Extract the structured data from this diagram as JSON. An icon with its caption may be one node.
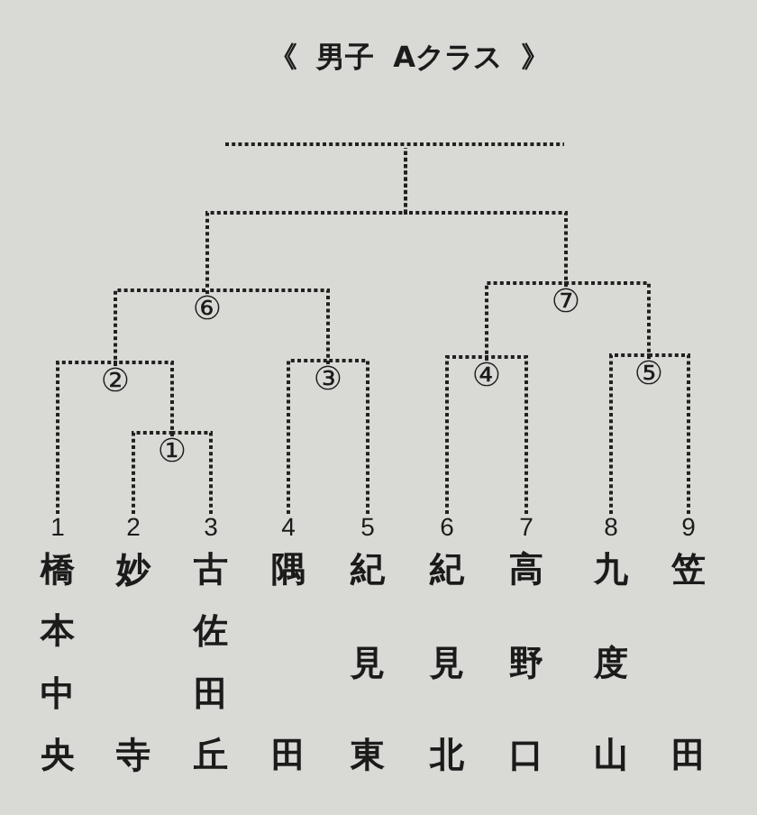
{
  "diagram": {
    "title": "《 男子 Aクラス 》",
    "nodes": [
      {
        "text": [],
        "shape": "line"
      },
      {
        "text": [
          "⑥"
        ]
      },
      {
        "text": [
          "⑦"
        ]
      },
      {
        "text": [
          "②"
        ]
      },
      {
        "text": [
          "③"
        ]
      },
      {
        "text": [
          "④"
        ]
      },
      {
        "text": [
          "⑤"
        ]
      },
      {
        "text": [
          "①"
        ]
      },
      {
        "text": [
          "1",
          "橋本中央"
        ]
      },
      {
        "text": [
          "2",
          "妙寺"
        ]
      },
      {
        "text": [
          "3",
          "古佐田丘"
        ]
      },
      {
        "text": [
          "4",
          "隅田"
        ]
      },
      {
        "text": [
          "5",
          "紀見東"
        ]
      },
      {
        "text": [
          "6",
          "紀見北"
        ]
      },
      {
        "text": [
          "7",
          "高野口"
        ]
      },
      {
        "text": [
          "8",
          "九度山"
        ]
      },
      {
        "text": [
          "9",
          "笠田"
        ]
      }
    ],
    "edges": [
      {
        "from": 8,
        "to": 3,
        "arrow": "none"
      },
      {
        "from": 7,
        "to": 3,
        "arrow": "none"
      },
      {
        "from": 9,
        "to": 7,
        "arrow": "none"
      },
      {
        "from": 10,
        "to": 7,
        "arrow": "none"
      },
      {
        "from": 3,
        "to": 1,
        "arrow": "none"
      },
      {
        "from": 4,
        "to": 1,
        "arrow": "none"
      },
      {
        "from": 11,
        "to": 4,
        "arrow": "none"
      },
      {
        "from": 12,
        "to": 4,
        "arrow": "none"
      },
      {
        "from": 13,
        "to": 5,
        "arrow": "none"
      },
      {
        "from": 14,
        "to": 5,
        "arrow": "none"
      },
      {
        "from": 5,
        "to": 2,
        "arrow": "none"
      },
      {
        "from": 6,
        "to": 2,
        "arrow": "none"
      },
      {
        "from": 15,
        "to": 6,
        "arrow": "none"
      },
      {
        "from": 16,
        "to": 6,
        "arrow": "none"
      },
      {
        "from": 1,
        "to": 0,
        "arrow": "none"
      },
      {
        "from": 2,
        "to": 0,
        "arrow": "none"
      }
    ]
  }
}
